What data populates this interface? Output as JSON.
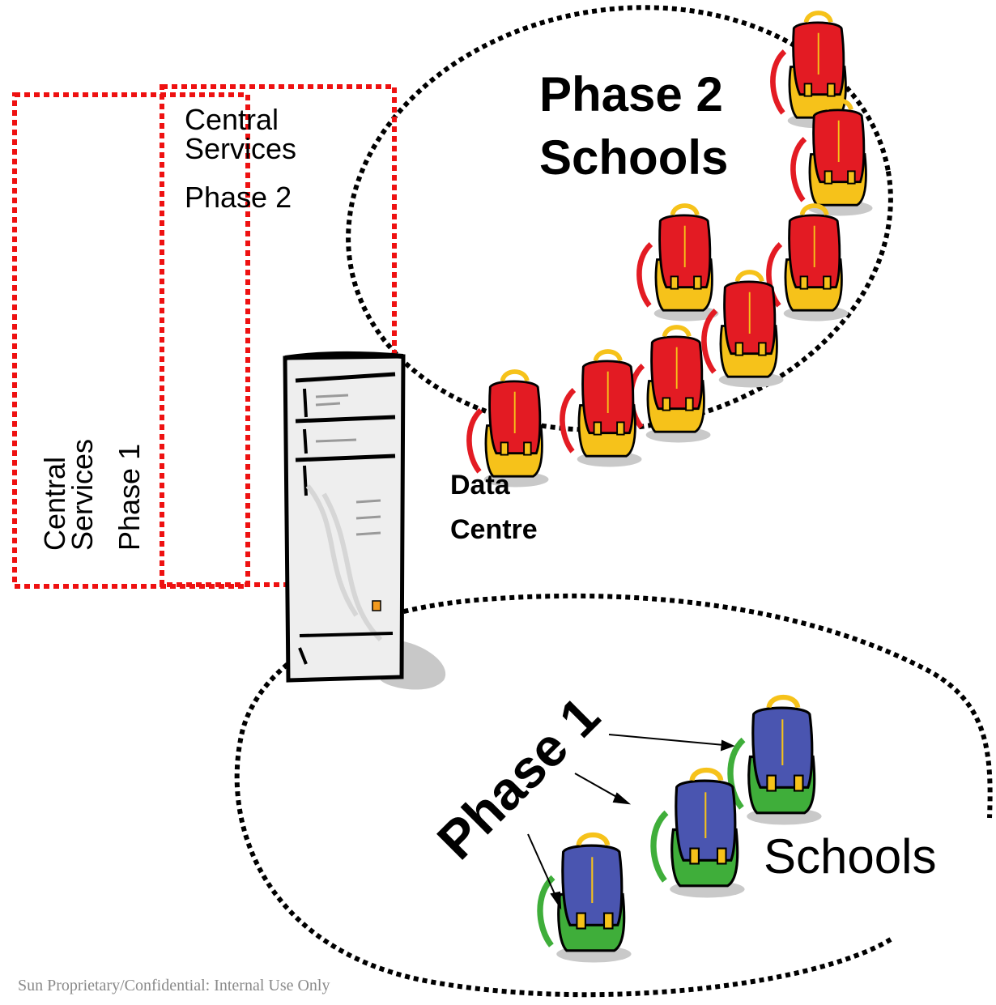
{
  "phase2_schools": {
    "line1": "Phase 2",
    "line2": "Schools"
  },
  "central_services_phase2": {
    "line1": "Central",
    "line2": "Services",
    "line3": "Phase 2"
  },
  "central_services_phase1": {
    "line1": "Central",
    "line2": "Services",
    "line3": "Phase 1"
  },
  "data_centre": {
    "line1": "Data",
    "line2": "Centre"
  },
  "phase1": {
    "label": "Phase 1",
    "schools": "Schools"
  },
  "footer": "Sun Proprietary/Confidential: Internal Use Only",
  "colors": {
    "red_box": "#ee1111",
    "phase2_bag": "#e31b23",
    "phase2_bag_trim": "#f6c21a",
    "phase1_bag": "#4a55b0",
    "phase1_bag_trim": "#3fae3a"
  }
}
